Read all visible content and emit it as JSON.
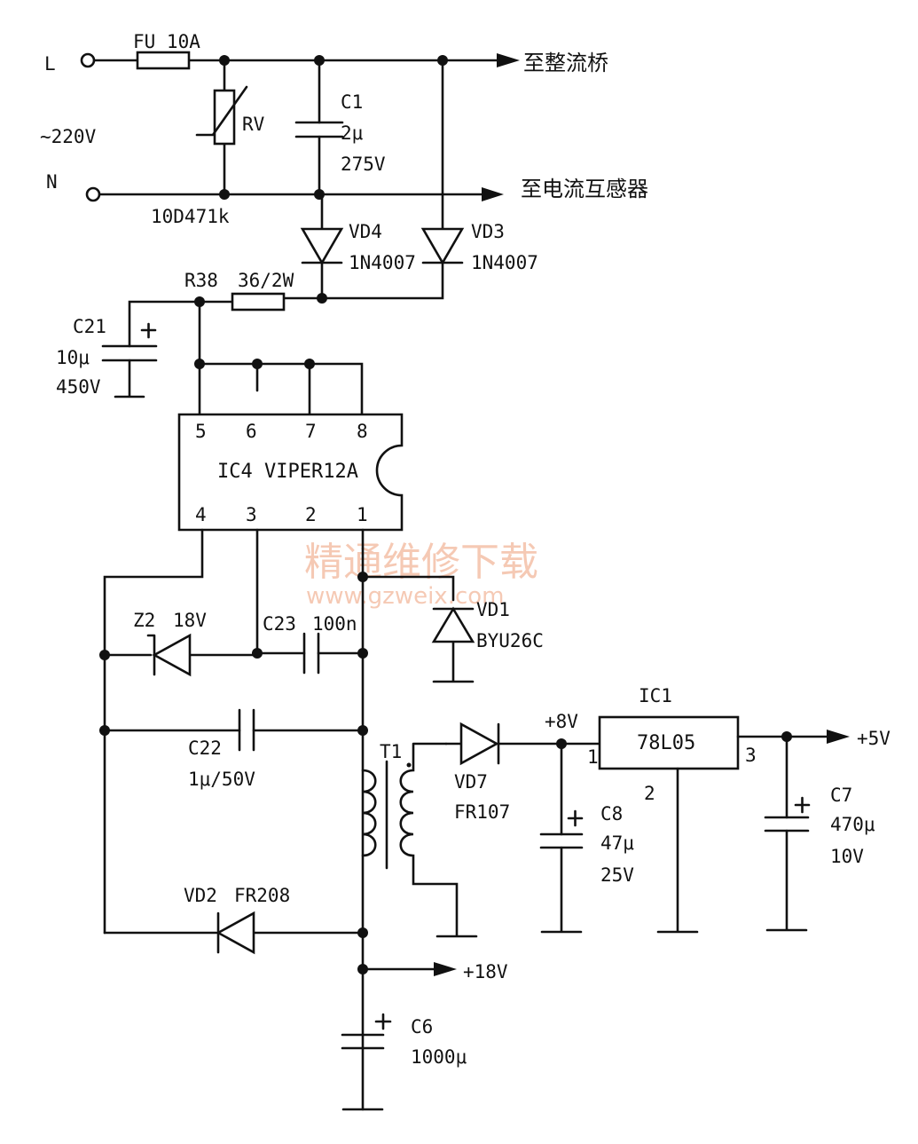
{
  "input": {
    "line": "L",
    "neutral": "N",
    "voltage": "~220V"
  },
  "fuse": {
    "label": "FU 10A"
  },
  "varistor": {
    "ref": "RV",
    "part": "10D471k"
  },
  "c1": {
    "ref": "C1",
    "value": "2μ",
    "voltage": "275V"
  },
  "outputs": {
    "rectifier": "至整流桥",
    "current_transformer": "至电流互感器",
    "v18": "+18V",
    "v5": "+5V"
  },
  "vd4": {
    "ref": "VD4",
    "part": "1N4007"
  },
  "vd3": {
    "ref": "VD3",
    "part": "1N4007"
  },
  "r38": {
    "ref": "R38",
    "value": "36/2W"
  },
  "c21": {
    "ref": "C21",
    "value": "10μ",
    "voltage": "450V"
  },
  "ic4": {
    "label": "IC4 VIPER12A",
    "pins_top": [
      "5",
      "6",
      "7",
      "8"
    ],
    "pins_bottom": [
      "4",
      "3",
      "2",
      "1"
    ]
  },
  "z2": {
    "ref": "Z2",
    "value": "18V"
  },
  "c23": {
    "ref": "C23",
    "value": "100n"
  },
  "vd1": {
    "ref": "VD1",
    "part": "BYU26C"
  },
  "c22": {
    "ref": "C22",
    "value": "1μ/50V"
  },
  "t1": {
    "ref": "T1"
  },
  "vd7": {
    "ref": "VD7",
    "part": "FR107"
  },
  "node_8v": "+8V",
  "c8": {
    "ref": "C8",
    "value": "47μ",
    "voltage": "25V"
  },
  "ic1": {
    "ref": "IC1",
    "part": "78L05",
    "pin_in": "1",
    "pin_gnd": "2",
    "pin_out": "3"
  },
  "c7": {
    "ref": "C7",
    "value": "470μ",
    "voltage": "10V"
  },
  "vd2": {
    "ref": "VD2",
    "part": "FR208"
  },
  "c6": {
    "ref": "C6",
    "value": "1000μ"
  },
  "watermark": {
    "title": "精通维修下载",
    "url": "www.gzweix.com"
  }
}
